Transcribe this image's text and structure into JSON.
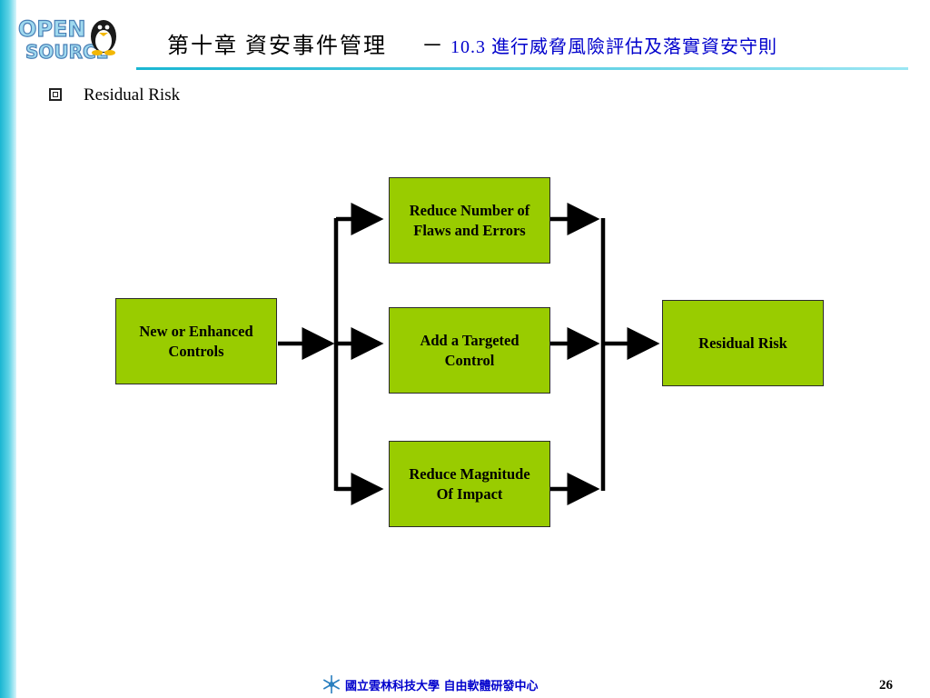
{
  "header": {
    "chapter_title": "第十章 資安事件管理",
    "separator": "－",
    "section_title": "10.3 進行威脅風險評估及落實資安守則"
  },
  "logo": {
    "icon": "open-source-penguin-logo"
  },
  "bullet": {
    "text": "Residual Risk"
  },
  "diagram": {
    "source_node": "New or Enhanced\nControls",
    "branch_nodes": [
      "Reduce Number of\nFlaws and Errors",
      "Add a Targeted\nControl",
      "Reduce Magnitude\nOf Impact"
    ],
    "target_node": "Residual Risk",
    "node_color": "#99cc00"
  },
  "footer": {
    "university": "國立雲林科技大學 自由軟體研發中心",
    "page_number": "26"
  },
  "colors": {
    "accent": "#19b6d2",
    "subtitle": "#0000cc"
  }
}
